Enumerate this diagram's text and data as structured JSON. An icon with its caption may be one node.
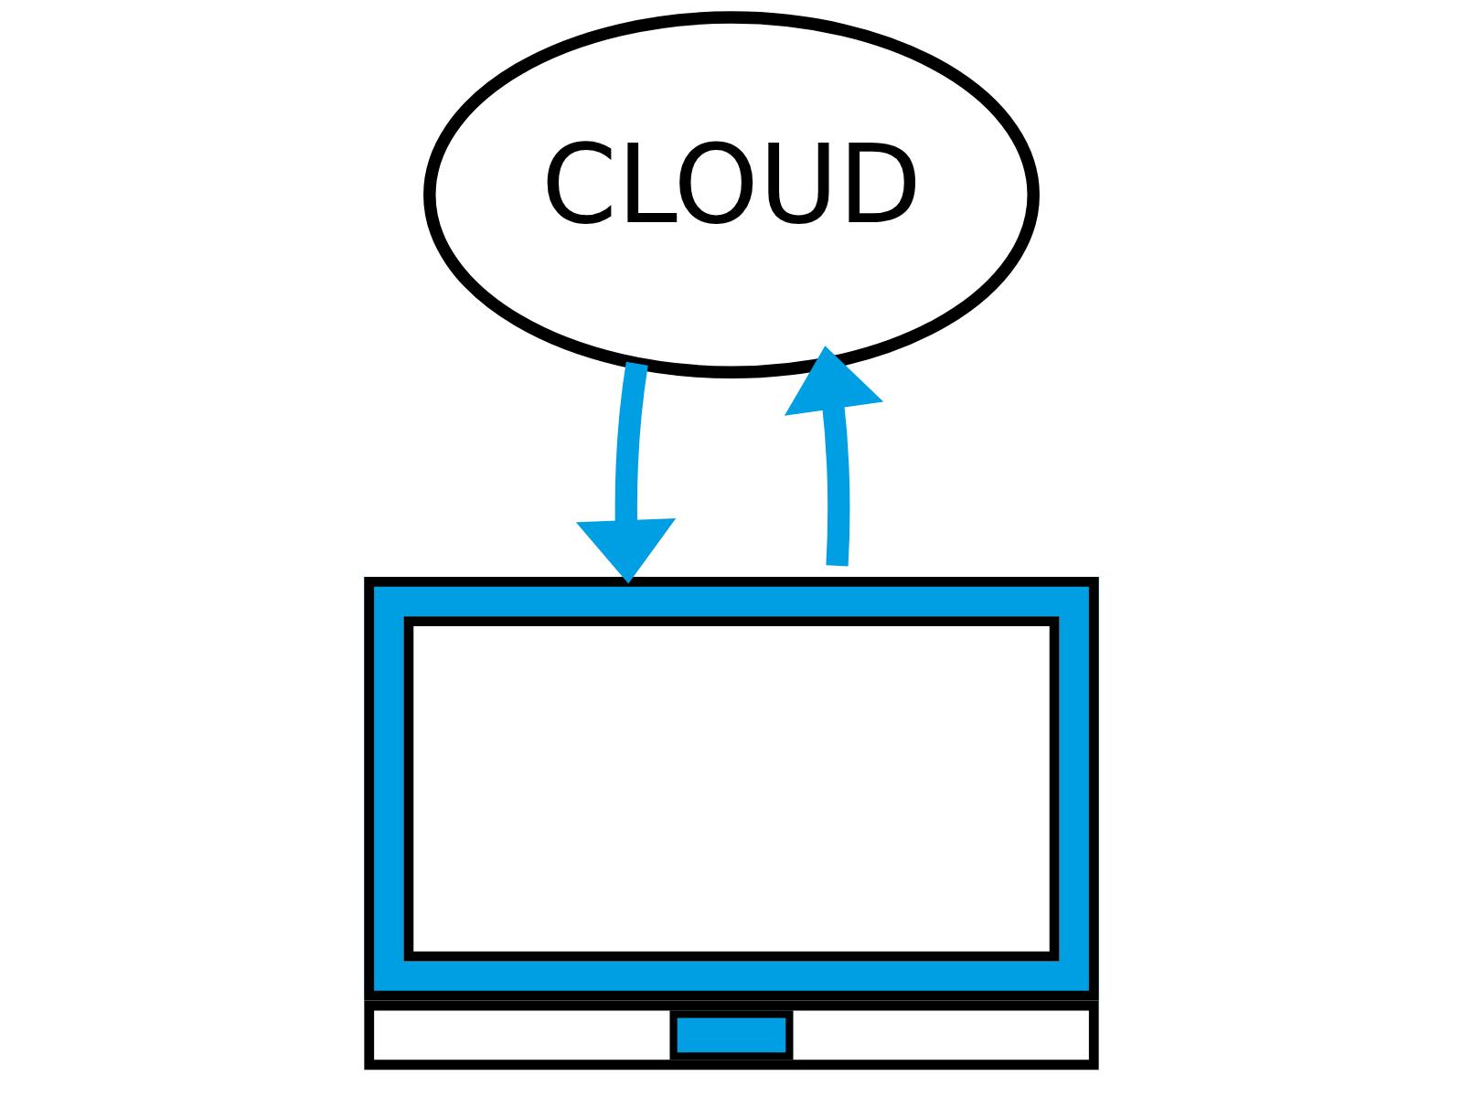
{
  "diagram": {
    "nodes": [
      {
        "text": [
          "CLOUD"
        ]
      },
      {
        "text": [],
        "shape": "laptop"
      }
    ],
    "edges": [
      {
        "from": 1,
        "to": 0,
        "arrow": "to"
      },
      {
        "from": 0,
        "to": 1,
        "arrow": "to"
      }
    ]
  }
}
